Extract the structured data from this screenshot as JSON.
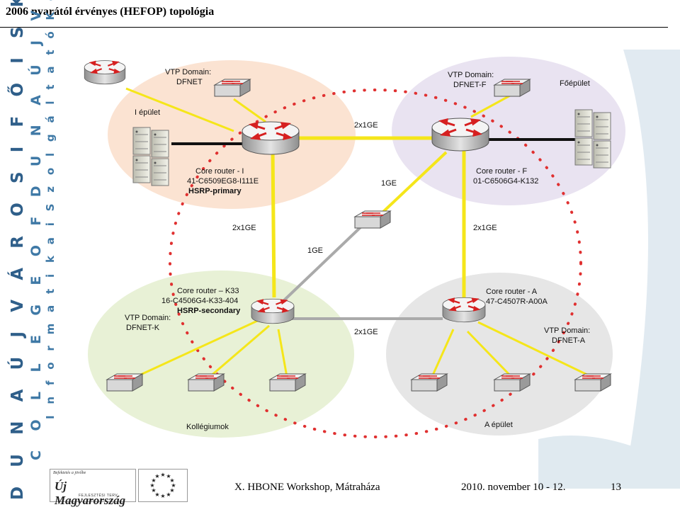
{
  "slide": {
    "title": "2006 nyarától érvényes (HEFOP) topológia",
    "side_band": {
      "line1": "D U N A Ú J V Á R O S I  F Ő I S K O L A",
      "line2": "C O L L E G E  O F  D U N A Ú J V Á R O S",
      "line3": "I n f o r m a t i k a i  S z o l g á l t a t ó  K ö z p o n t"
    },
    "footer": {
      "event": "X. HBONE Workshop, Mátraháza",
      "date": "2010. november 10 - 12.",
      "page": "13"
    },
    "logos": {
      "umft_tagline": "Befektetés a jövőbe",
      "umft_name": "Új Magyarország",
      "umft_sub": "FEJLESZTÉSI TERV",
      "eu": "eu-flag-icon"
    }
  },
  "diagram": {
    "zones": {
      "i_zone": {
        "vtp_line1": "VTP Domain:",
        "vtp_line2": "DFNET",
        "building": "I épület"
      },
      "f_zone": {
        "vtp_line1": "VTP Domain:",
        "vtp_line2": "DFNET-F",
        "building": "Főépület"
      },
      "k_zone": {
        "vtp_line1": "VTP Domain:",
        "vtp_line2": "DFNET-K",
        "building": "Kollégiumok"
      },
      "a_zone": {
        "vtp_line1": "VTP Domain:",
        "vtp_line2": "DFNET-A",
        "building": "A épület"
      }
    },
    "routers": {
      "i": {
        "name": "Core router - I",
        "model": "41-C6509EG8-I111E",
        "role": "HSRP-primary"
      },
      "f": {
        "name": "Core router - F",
        "model": "01-C6506G4-K132"
      },
      "k": {
        "name": "Core router – K33",
        "model": "16-C4506G4-K33-404",
        "role": "HSRP-secondary"
      },
      "a": {
        "name": "Core router - A",
        "model": "47-C4507R-A00A"
      }
    },
    "links": {
      "i_f": "2x1GE",
      "f_mid": "1GE",
      "i_k": "2x1GE",
      "mid_k": "1GE",
      "f_a": "2x1GE",
      "k_a": "2x1GE"
    },
    "colors": {
      "i_zone": "#fbe3d2",
      "f_zone": "#e9e3f1",
      "k_zone": "#e8f1d6",
      "a_zone": "#e6e6e6",
      "link_yellow": "#f5e61a",
      "link_gray": "#aaaaaa",
      "dotted_ring": "#e03030",
      "router_arrow": "#d62020"
    }
  }
}
